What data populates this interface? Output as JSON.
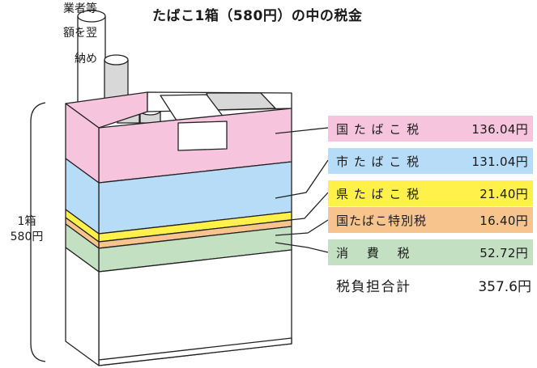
{
  "title": "たばこ1箱（580円）の中の税金",
  "side_text": [
    "業者等",
    "額を翌",
    "納め"
  ],
  "left_label": {
    "line1": "1箱",
    "line2": "580円"
  },
  "taxes": [
    {
      "name": "国 た ば こ 税",
      "value": "136.04円",
      "color": "#f6c5dd"
    },
    {
      "name": "市 た ば こ 税",
      "value": "131.04円",
      "color": "#b6dcf7"
    },
    {
      "name": "県 た ば こ 税",
      "value": "21.40円",
      "color": "#fff04a"
    },
    {
      "name": "国たばこ特別税",
      "value": "16.40円",
      "color": "#f7c48e"
    },
    {
      "name": "消　 費 　税",
      "value": "52.72円",
      "color": "#c3e0c3"
    }
  ],
  "total": {
    "name": "税負担合計",
    "value": "357.6円"
  }
}
